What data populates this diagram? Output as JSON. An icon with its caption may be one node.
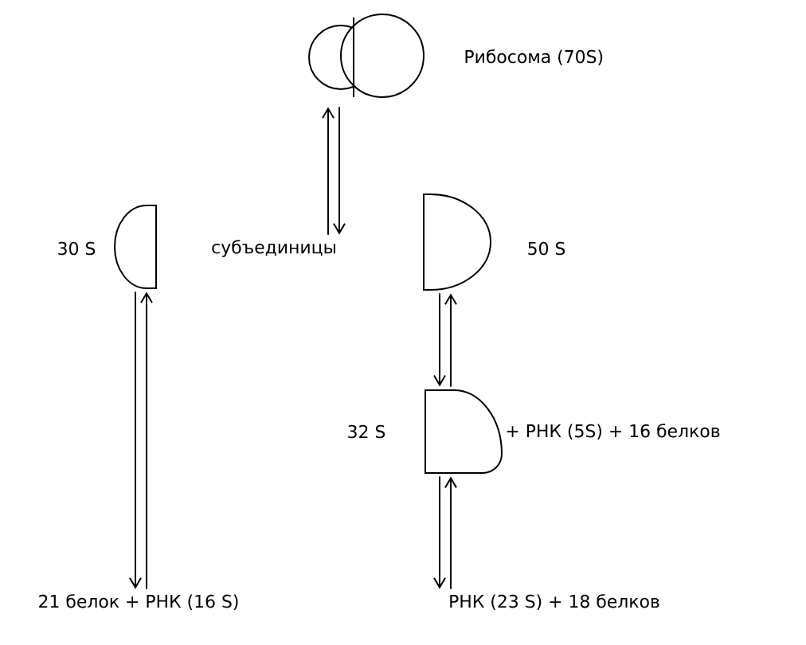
{
  "diagram": {
    "nodes": [
      {
        "text": [],
        "shape": "circle",
        "beside": [
          "Рибосома (70S)"
        ]
      },
      {
        "text": [
          "субъединицы"
        ]
      },
      {
        "text": [],
        "shape": "semicircle",
        "beside": [
          "30 S"
        ]
      },
      {
        "text": [],
        "shape": "semicircle",
        "beside": [
          "50 S"
        ]
      },
      {
        "text": [],
        "shape": "semicircle",
        "beside": [
          "32 S",
          "+ РНК (5S) + 16 белков"
        ]
      },
      {
        "text": [
          "21 белок + РНК (16 S)"
        ]
      },
      {
        "text": [
          "РНК (23 S) + 18 белков"
        ]
      }
    ],
    "edges": [
      {
        "from": 1,
        "to": 0,
        "arrow": "to"
      },
      {
        "from": 0,
        "to": 1,
        "arrow": "to"
      },
      {
        "from": 2,
        "to": 5,
        "arrow": "to"
      },
      {
        "from": 5,
        "to": 2,
        "arrow": "to"
      },
      {
        "from": 3,
        "to": 4,
        "arrow": "to"
      },
      {
        "from": 4,
        "to": 3,
        "arrow": "to"
      },
      {
        "from": 4,
        "to": 6,
        "arrow": "to"
      },
      {
        "from": 6,
        "to": 4,
        "arrow": "to"
      }
    ]
  }
}
